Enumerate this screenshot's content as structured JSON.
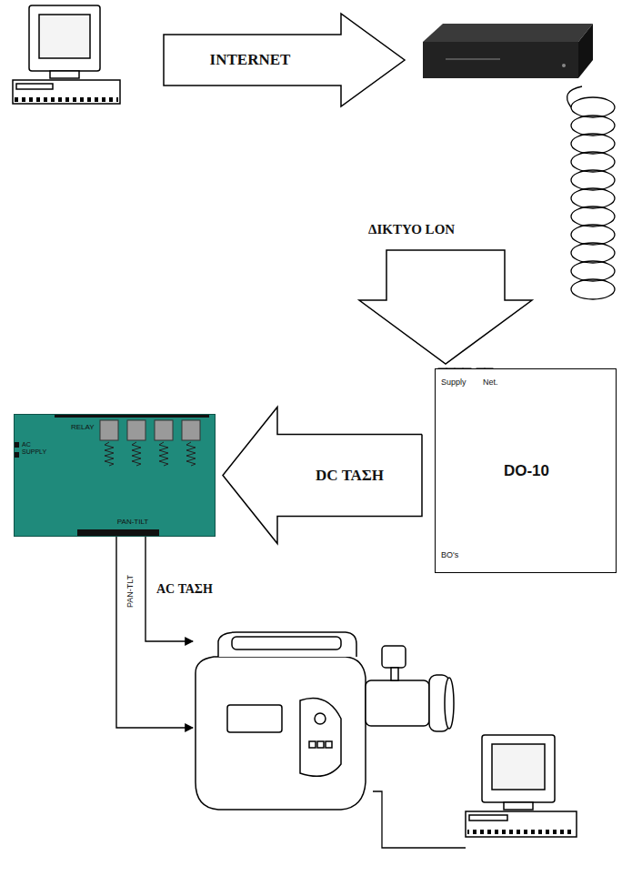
{
  "diagram": {
    "nodes": [
      {
        "text": [
          "Supply",
          "Net.",
          "DO-10",
          "BO's"
        ]
      },
      {
        "text": [
          "RELAY",
          "AC SUPPLY",
          "PAN-TILT"
        ]
      }
    ],
    "edges": [
      {
        "from": 0,
        "to": 1,
        "arrow": "to",
        "label": "DC ΤΑΣΗ"
      }
    ],
    "labels": [
      "INTERNET",
      "ΔΙΚΤΥΟ LON",
      "AC ΤΑΣΗ",
      "PAN-TLT"
    ]
  }
}
